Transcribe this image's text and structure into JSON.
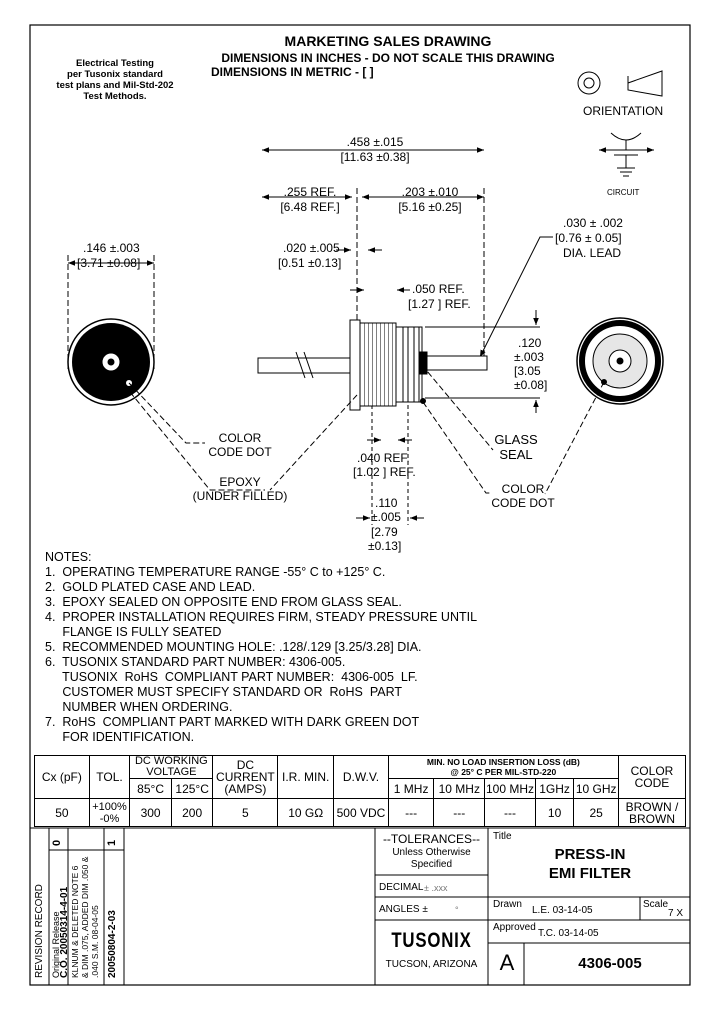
{
  "header": {
    "title": "MARKETING SALES DRAWING",
    "subtitle1": "DIMENSIONS IN INCHES - DO NOT SCALE THIS DRAWING",
    "subtitle2": "DIMENSIONS IN METRIC - [  ]"
  },
  "testing_note": {
    "line1": "Electrical Testing",
    "line2": "per Tusonix standard",
    "line3": "test plans and Mil-Std-202",
    "line4": "Test Methods."
  },
  "orientation_label": "ORIENTATION",
  "circuit_label": "CIRCUIT",
  "dims": {
    "overall_in": ".458 ±.015",
    "overall_mm": "[11.63 ±0.38]",
    "left_ref_in": ".255 REF.",
    "left_ref_mm": "[6.48 REF.]",
    "right_in": ".203 ±.010",
    "right_mm": "[5.16 ±0.25]",
    "lead_dia_in": ".030 ± .002",
    "lead_dia_mm": "[0.76 ± 0.05]",
    "lead_dia_label": "DIA. LEAD",
    "flange_dia_in": ".146 ±.003",
    "flange_dia_mm": "[3.71 ±0.08]",
    "flange_thk_in": ".020 ±.005",
    "flange_thk_mm": "[0.51 ±0.13]",
    "step_ref_in": ".050 REF.",
    "step_ref_mm": "[1.27 ] REF.",
    "body_dia_l1": ".120",
    "body_dia_l2": "±.003",
    "body_dia_l3": "[3.05",
    "body_dia_l4": "±0.08]",
    "shoulder_ref_in": ".040 REF.",
    "shoulder_ref_mm": "[1.02 ] REF.",
    "knurl_l1": ".110",
    "knurl_l2": "±.005",
    "knurl_l3": "[2.79",
    "knurl_l4": "±0.13]"
  },
  "callouts": {
    "color_dot_left_1": "COLOR",
    "color_dot_left_2": "CODE DOT",
    "epoxy_1": "EPOXY",
    "epoxy_2": "(UNDER FILLED)",
    "glass_1": "GLASS",
    "glass_2": "SEAL",
    "color_dot_right_1": "COLOR",
    "color_dot_right_2": "CODE  DOT"
  },
  "notes": {
    "heading": "NOTES:",
    "items": [
      "1.  OPERATING TEMPERATURE RANGE -55° C to +125° C.",
      "2.  GOLD PLATED CASE AND LEAD.",
      "3.  EPOXY SEALED ON OPPOSITE END FROM GLASS SEAL.",
      "4.  PROPER INSTALLATION REQUIRES FIRM, STEADY PRESSURE UNTIL",
      "     FLANGE IS FULLY SEATED",
      "5.  RECOMMENDED MOUNTING HOLE: .128/.129 [3.25/3.28] DIA.",
      "6.  TUSONIX STANDARD PART NUMBER: 4306-005.",
      "     TUSONIX  RoHS  COMPLIANT PART NUMBER:  4306-005  LF.",
      "     CUSTOMER MUST SPECIFY STANDARD OR  RoHS  PART",
      "     NUMBER WHEN ORDERING.",
      "7.  RoHS  COMPLIANT PART MARKED WITH DARK GREEN DOT",
      "     FOR IDENTIFICATION."
    ]
  },
  "spec_table": {
    "cx": "Cx (pF)",
    "tol": "TOL.",
    "dcwv": "DC WORKING VOLTAGE",
    "t85": "85°C",
    "t125": "125°C",
    "dccur": "DC CURRENT (AMPS)",
    "ir": "I.R. MIN.",
    "dwv": "D.W.V.",
    "loss_title1": "MIN. NO LOAD INSERTION LOSS (dB)",
    "loss_title2": "@ 25° C PER MIL-STD-220",
    "f1": "1 MHz",
    "f2": "10 MHz",
    "f3": "100 MHz",
    "f4": "1GHz",
    "f5": "10 GHz",
    "color": "COLOR CODE",
    "row": {
      "cx": "50",
      "tol": "+100% -0%",
      "v85": "300",
      "v125": "200",
      "cur": "5",
      "ir": "10 GΩ",
      "dwv": "500 VDC",
      "l1": "---",
      "l2": "---",
      "l3": "---",
      "l4": "10",
      "l5": "25",
      "color": "BROWN / BROWN"
    }
  },
  "revision": {
    "title": "REVISION RECORD",
    "rev0": "0",
    "rev1": "1",
    "orig": "Original Release",
    "co1": "C.O. 20050314-4-01",
    "change1": "KLNUM & DELETED NOTE 6",
    "change2": "& DIM .075, ADDED DIM .050 &",
    "change3": ".040  S.M. 08-04-05",
    "co2": "20050804-2-03"
  },
  "tolerances": {
    "title": "--TOLERANCES--",
    "unless1": "Unless Otherwise",
    "unless2": "Specified",
    "decimal": "DECIMAL",
    "decimal_val": "± .xxx",
    "angles": "ANGLES ±",
    "angles_val": "°",
    "company": "TUSONIX",
    "location": "TUCSON, ARIZONA"
  },
  "title_block": {
    "title_label": "Title",
    "title1": "PRESS-IN",
    "title2": "EMI FILTER",
    "drawn_label": "Drawn",
    "drawn_val": "L.E. 03-14-05",
    "scale_label": "Scale",
    "scale_val": "7 X",
    "approved_label": "Approved",
    "approved_val": "T.C. 03-14-05",
    "size": "A",
    "part_no": "4306-005"
  }
}
